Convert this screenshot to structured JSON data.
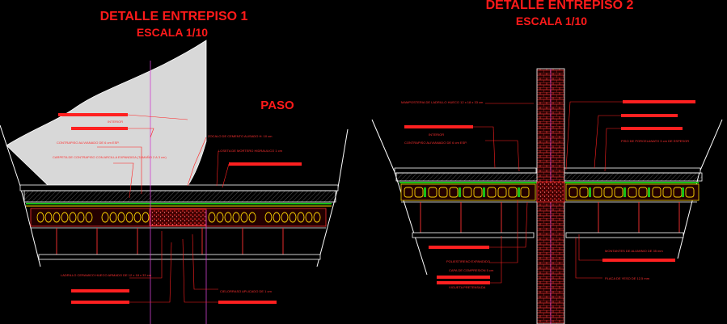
{
  "drawing": {
    "background": "#000000",
    "colors": {
      "annotation": "#ff1a1a",
      "structure": "#ffffff",
      "hatch": "#aaaaaa",
      "fill_green": "#18c018",
      "fill_yellow": "#ffd700",
      "brick": "#cc2020",
      "axis": "#d040d0",
      "sky_fill": "#d8d8d8"
    }
  },
  "detail1": {
    "title": "DETALLE ENTREPISO  1",
    "scale": "ESCALA 1/10",
    "paso_label": "PASO",
    "notes": [
      "INTERIOR",
      "CONTRAPISO ALIVIANADO DE 6 cm ESP.",
      "CARPETA DE CONTRAPISO CON ARCILLA EXPANDIDA (TAMAÑO 2 A 3 cm)",
      "ZOCALO DE CEMENTO ALISADO H: 10 cm",
      "LOSETA DE MORTERO HIDRAULICO 1 cm",
      "LADRILLO CERAMICO HUECO ARMADO DE 12 x 18 x 33 cm",
      "CIELORRASO APLICADO DE 1 cm"
    ]
  },
  "detail2": {
    "title": "DETALLE ENTREPISO  2",
    "scale": "ESCALA 1/10",
    "notes": [
      "MAMPOSTERIA DE LADRILLO HUECO 12 x 18 x 33 cm",
      "INTERIOR",
      "CONTRAPISO ALIVIANADO DE 6 cm ESP.",
      "PISO DE PORCELANATO 3 cm DE ESPESOR",
      "POLIESTIRENO EXPANDIDO",
      "VIGUETA PRETENSADA",
      "CAPA DE COMPRESION 5 cm",
      "MONTANTES DE ALUMINIO DE 35 mm",
      "PLACA DE YESO DE 12,5 mm"
    ]
  }
}
